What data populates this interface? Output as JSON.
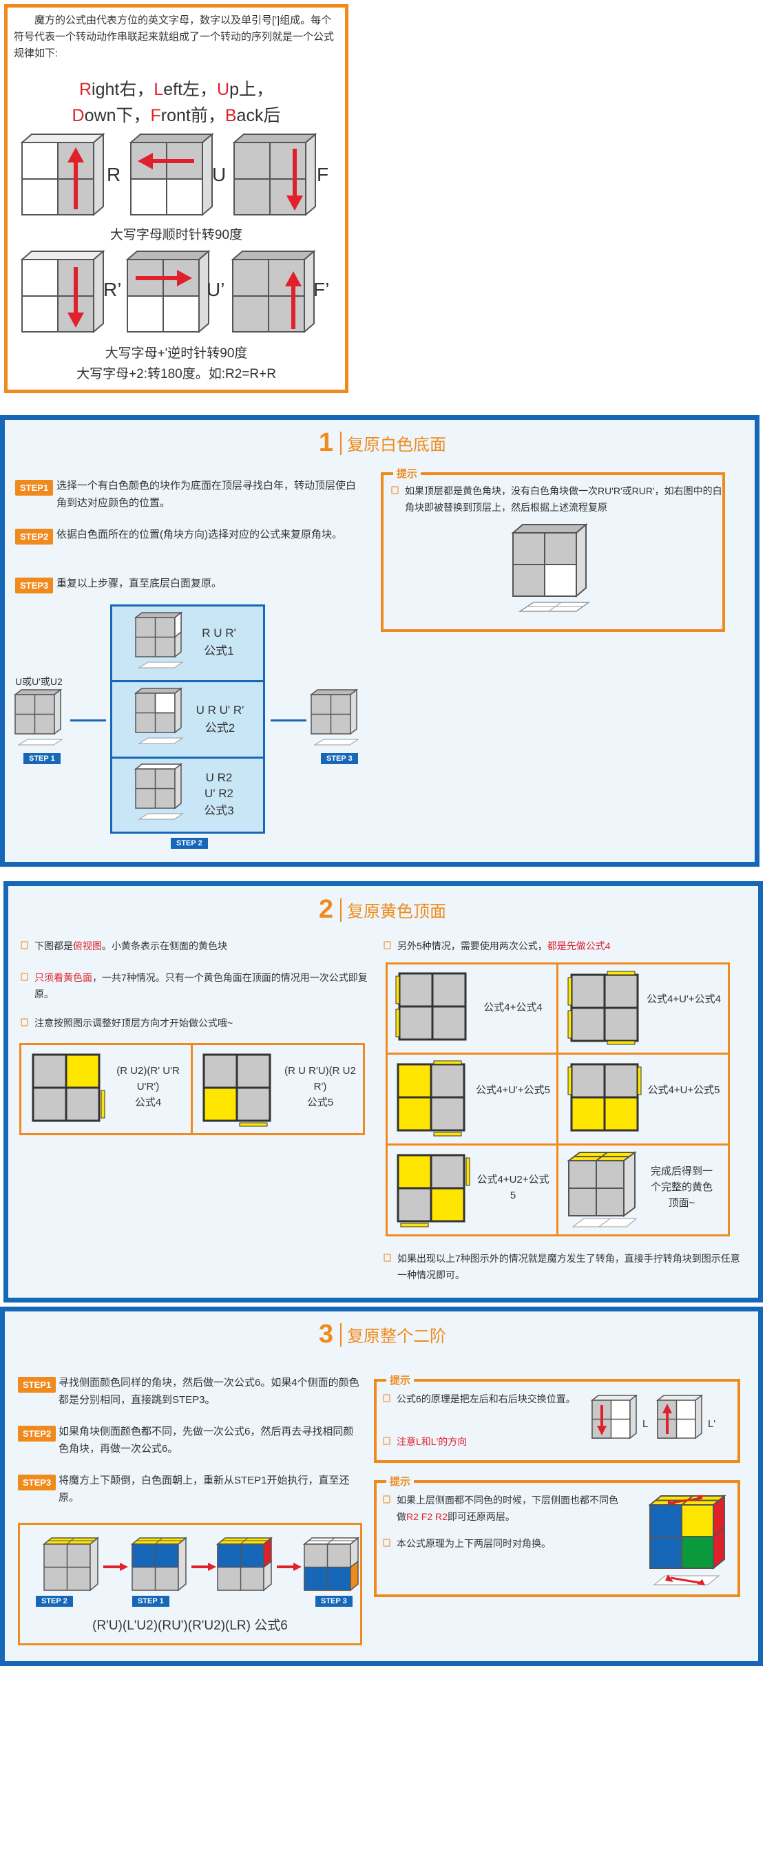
{
  "intro": {
    "text": "魔方的公式由代表方位的英文字母，数字以及单引号[']组成。每个符号代表一个转动动作串联起来就组成了一个转动的序列就是一个公式规律如下:",
    "notation_line1": [
      "R",
      "ight右，",
      "L",
      "eft左，",
      "U",
      "p上，"
    ],
    "notation_line2": [
      "D",
      "own下，",
      "F",
      "ront前，",
      "B",
      "ack后"
    ],
    "row1_labels": [
      "R",
      "U",
      "F"
    ],
    "row1_caption": "大写字母顺时针转90度",
    "row2_labels": [
      "R’",
      "U’",
      "F’"
    ],
    "row2_caption1": "大写字母+'逆时针转90度",
    "row2_caption2": "大写字母+2:转180度。如:R2=R+R"
  },
  "section1": {
    "number": "1",
    "title": "复原白色底面",
    "steps": [
      {
        "badge": "STEP1",
        "text": "选择一个有白色颜色的块作为底面在顶层寻找白年，转动顶层使白角到达对应颜色的位置。"
      },
      {
        "badge": "STEP2",
        "text": "依据白色面所在的位置(角块方向)选择对应的公式来复原角块。"
      },
      {
        "badge": "STEP3",
        "text": "重复以上步骤，直至底层白面复原。"
      }
    ],
    "tip": {
      "label": "提示",
      "text": "如果顶层都是黄色角块，没有白色角块做一次RU'R'或RUR'，如右图中的白角块即被替换到顶层上，然后根据上述流程复原"
    },
    "flow": {
      "left_caption": "U或U'或U2",
      "left_tag": "STEP 1",
      "right_tag": "STEP 3",
      "center_tag": "STEP 2",
      "formulas": [
        {
          "moves": "R U R'",
          "name": "公式1"
        },
        {
          "moves": "U R U' R'",
          "name": "公式2"
        },
        {
          "moves": "U R2\nU' R2",
          "name": "公式3"
        }
      ]
    }
  },
  "section2": {
    "number": "2",
    "title": "复原黄色顶面",
    "bullet1_a": "下图都是",
    "bullet1_b": "俯视图",
    "bullet1_c": "。小黄条表示在侧面的黄色块",
    "bullet2_a": "只须看黄色面",
    "bullet2_b": "，一共7种情况。只有一个黄色角面在顶面的情况用一次公式即复原。",
    "bullet3": "注意按照图示调整好顶层方向才开始做公式哦~",
    "left_cases": [
      {
        "text": "(R U2)(R' U'R U'R')\n公式4"
      },
      {
        "text": "(R U R'U)(R U2 R')\n公式5"
      }
    ],
    "right_intro_a": "另外5种情况，需要使用两次公式，",
    "right_intro_b": "都是先做公式4",
    "right_cases": [
      {
        "text": "公式4+公式4"
      },
      {
        "text": "公式4+U'+公式4"
      },
      {
        "text": "公式4+U'+公式5"
      },
      {
        "text": "公式4+U+公式5"
      },
      {
        "text": "公式4+U2+公式5"
      },
      {
        "text": "完成后得到一个完整的黄色顶面~"
      }
    ],
    "footer": "如果出现以上7种图示外的情况就是魔方发生了转角，直接手拧转角块到图示任意一种情况即可。"
  },
  "section3": {
    "number": "3",
    "title": "复原整个二阶",
    "steps": [
      {
        "badge": "STEP1",
        "text": "寻找侧面颜色同样的角块，然后做一次公式6。如果4个侧面的颜色都是分别相同，直接跳到STEP3。"
      },
      {
        "badge": "STEP2",
        "text": "如果角块侧面颜色都不同，先做一次公式6，然后再去寻找相同颜色角块，再做一次公式6。"
      },
      {
        "badge": "STEP3",
        "text": "将魔方上下颠倒，白色面朝上，重新从STEP1开始执行，直至还原。"
      }
    ],
    "sequence_tags": [
      "STEP 2",
      "STEP 1",
      "STEP 3"
    ],
    "formula6": "(R'U)(L'U2)(RU')(R'U2)(LR) 公式6",
    "tip1": {
      "label": "提示",
      "text": "公式6的原理是把左后和右后块交换位置。",
      "note": "注意L和L'的方向",
      "l_label": "L",
      "lp_label": "L'"
    },
    "tip2": {
      "label": "提示",
      "text_a": "如果上层侧面都不同色的时候，下层侧面也都不同色做",
      "text_red": "R2 F2 R2",
      "text_b": "即可还原两层。",
      "text2": "本公式原理为上下两层同时对角换。"
    },
    "colors": {
      "orange": "#f08a1c",
      "blue": "#1767b8",
      "yellow": "#ffe600",
      "red": "#e0202a",
      "green": "#0a9a3c",
      "cube_gray": "#c8c8c8"
    }
  }
}
